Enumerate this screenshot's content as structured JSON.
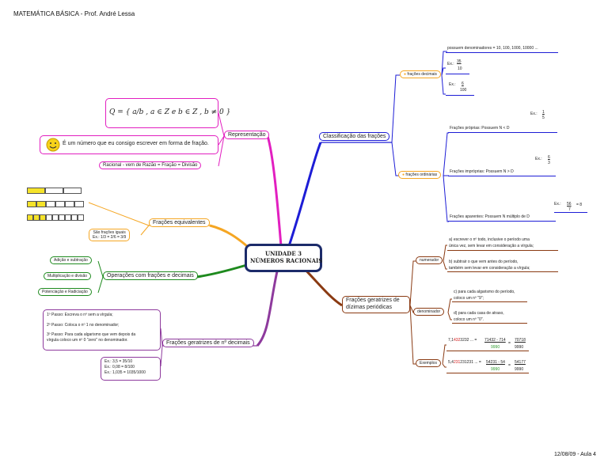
{
  "header": {
    "title": "MATEMÁTICA BÁSICA - Prof. André Lessa"
  },
  "footer": {
    "date": "12/08/09 - Aula 4"
  },
  "center": {
    "line1": "UNIDADE 3",
    "line2": "NÚMEROS RACIONAIS"
  },
  "branches": {
    "representacao": {
      "label": "Representação",
      "formula": "Q = { a/b , a ∈ Z e b ∈ Z , b ≠ 0 }",
      "smile_text": "É um número que eu consigo escrever em forma de fração.",
      "racional": "Racional - vem de Razão = Fração = Divisão"
    },
    "equivalentes": {
      "label": "Frações equivalentes",
      "note1": "São frações iguais",
      "note2": "Ex.: 1/3 = 2/6 = 3/9"
    },
    "operacoes": {
      "label": "Operações com frações e decimais",
      "items": [
        "Adição e subtração",
        "Multiplicação e divisão",
        "Potenciação e Radiciação"
      ]
    },
    "geratrizes_decimais": {
      "label": "Frações geratrizes de nº decimais",
      "step1": "1º Passo: Escreva o nº sem a vírgula;",
      "step2": "2º Passo: Coloca o nº 1 no denominador;",
      "step3a": "3º Passo: Para cada algarismo que vem depois da",
      "step3b": "vírgula coloco um nº 0 \"zero\" no denominador.",
      "ex1": "Ex.: 3,5 = 35/10",
      "ex2": "Ex.: 0,08 = 8/100",
      "ex3": "Ex.: 1,035 = 1035/1000"
    },
    "classificacao": {
      "label": "Classificação das frações",
      "decimais": {
        "label": "frações decimais",
        "desc": "possuem denominadores = 10, 100, 1000, 10000 ...",
        "ex1_prefix": "Ex.:",
        "ex1_num": "35",
        "ex1_den": "10",
        "ex2_prefix": "Ex.:",
        "ex2_num": "6",
        "ex2_den": "100"
      },
      "ordinarias": {
        "label": "frações ordinárias",
        "proprias": "Frações próprias: Possuem  N < D",
        "proprias_ex": "Ex.:",
        "proprias_num": "1",
        "proprias_den": "5",
        "improprias": "Frações impróprias: Possuem  N > D",
        "improprias_ex": "Ex.:",
        "improprias_num": "6",
        "improprias_den": "3",
        "aparentes": "Frações aparentes: Possuem  N múltiplo de D",
        "aparentes_ex": "Ex.:",
        "aparentes_num": "56",
        "aparentes_den": "7",
        "aparentes_res": "= 8"
      }
    },
    "dizimas": {
      "label1": "Frações geratrizes de",
      "label2": "dízimas periódicas",
      "numerador": {
        "label": "numerador",
        "a1": "a) escrever o nº todo, inclusive o período uma",
        "a2": "única vez, sem levar em consideração a vírgula;",
        "b1": "b) subtrair o que vem antes do período,",
        "b2": "também sem levar em consideração a vírgula;"
      },
      "denominador": {
        "label": "denominador",
        "c1": "c) para cada algarismo do período,",
        "c2": "coloco um nº \"9\";",
        "d1": "d) para cada casa de atraso,",
        "d2": "coloco um nº \"0\"."
      },
      "exemplos": {
        "label": "Exemplos",
        "ex1_start": "7,1",
        "ex1_red": "432",
        "ex1_rest": "3232 ... =",
        "ex1_num": "71432 - 714",
        "ex1_den_green": "9990",
        "ex1_eq": "=",
        "ex1_res_num": "70718",
        "ex1_res_den": "9990",
        "ex2_start": "5,4",
        "ex2_red": "231",
        "ex2_rest": "231231 ... =",
        "ex2_num": "54231 - 54",
        "ex2_den_green": "9990",
        "ex2_eq": "=",
        "ex2_res_num": "54177",
        "ex2_res_den": "9990"
      }
    }
  },
  "colors": {
    "center_border": "#1c2b6a",
    "magenta": "#e21fc0",
    "orange": "#f5a623",
    "green": "#1e8a1e",
    "blue": "#1d1dd6",
    "brown": "#8a3a12",
    "purple": "#8e3a9d"
  }
}
